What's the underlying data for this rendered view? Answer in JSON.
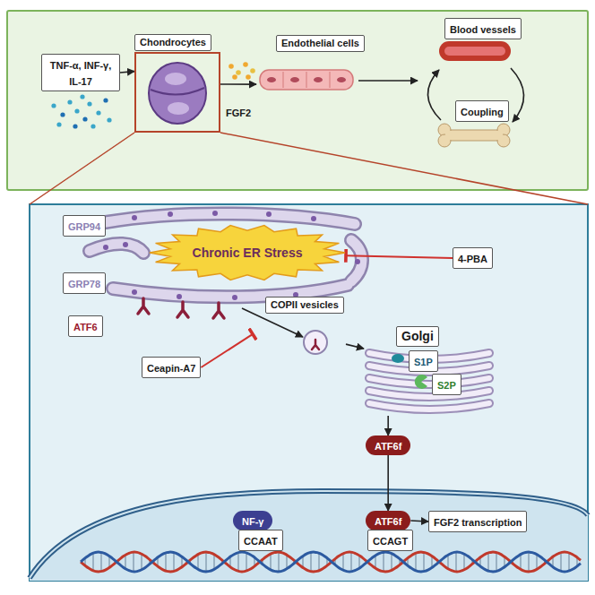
{
  "diagram": {
    "nodes": [
      {
        "text": [
          "TNF-α, INF-γ, IL-17"
        ]
      },
      {
        "text": [
          "Chondrocytes"
        ]
      },
      {
        "text": [
          "Endothelial cells"
        ]
      },
      {
        "text": [
          "Blood vessels"
        ]
      },
      {
        "text": [
          "Coupling"
        ]
      },
      {
        "text": [
          "GRP94"
        ]
      },
      {
        "text": [
          "Chronic ER Stress"
        ]
      },
      {
        "text": [
          "4-PBA"
        ]
      },
      {
        "text": [
          "GRP78"
        ]
      },
      {
        "text": [
          "ATF6"
        ]
      },
      {
        "text": [
          "COPII vesicles"
        ]
      },
      {
        "text": [
          "Golgi"
        ]
      },
      {
        "text": [
          "S1P"
        ],
        "in": 11
      },
      {
        "text": [
          "S2P"
        ],
        "in": 11
      },
      {
        "text": [
          "Ceapin-A7"
        ]
      },
      {
        "text": [
          "ATF6f"
        ]
      },
      {
        "text": [
          "NF-γ"
        ]
      },
      {
        "text": [
          "CCAAT"
        ]
      },
      {
        "text": [
          "ATF6f"
        ]
      },
      {
        "text": [
          "CCAGT"
        ]
      },
      {
        "text": [
          "FGF2 transcription"
        ]
      }
    ],
    "edges": [
      {
        "from": 0,
        "to": 1,
        "arrow": "to"
      },
      {
        "from": 1,
        "to": 2,
        "arrow": "to"
      },
      {
        "from": 7,
        "to": 6,
        "arrow": "to"
      },
      {
        "from": 14,
        "to": 10,
        "arrow": "to"
      },
      {
        "from": 10,
        "to": 11,
        "arrow": "to"
      },
      {
        "from": 11,
        "to": 15,
        "arrow": "to"
      },
      {
        "from": 15,
        "to": 18,
        "arrow": "to"
      },
      {
        "from": 18,
        "to": 20,
        "arrow": "to"
      }
    ],
    "labels": [
      "FGF2"
    ]
  }
}
